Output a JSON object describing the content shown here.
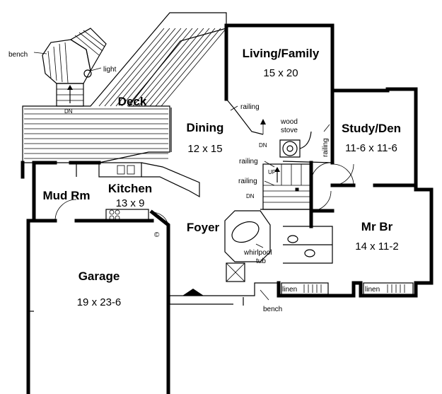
{
  "rooms": {
    "living": {
      "name": "Living/Family",
      "dim": "15 x 20"
    },
    "deck": {
      "name": "Deck"
    },
    "dining": {
      "name": "Dining",
      "dim": "12 x 15"
    },
    "study": {
      "name": "Study/Den",
      "dim": "11-6 x 11-6"
    },
    "kitchen": {
      "name": "Kitchen",
      "dim": "13 x 9"
    },
    "mudrm": {
      "name": "Mud Rm"
    },
    "foyer": {
      "name": "Foyer"
    },
    "mrbr": {
      "name": "Mr Br",
      "dim": "14 x 11-2"
    },
    "garage": {
      "name": "Garage",
      "dim": "19 x 23-6"
    }
  },
  "labels": {
    "bench_top": "bench",
    "light": "light",
    "dn_deck": "DN",
    "railing_1": "railing",
    "wood_stove_1": "wood",
    "wood_stove_2": "stove",
    "dn_stair": "DN",
    "railing_2": "railing",
    "railing_vertical": "railing",
    "up": "UP",
    "railing_3": "railing",
    "dn_lower": "DN",
    "whirlpool_1": "whirlpool",
    "whirlpool_2": "tub",
    "linen_1": "linen",
    "linen_2": "linen",
    "bench_bottom": "bench",
    "copyright": "©"
  }
}
